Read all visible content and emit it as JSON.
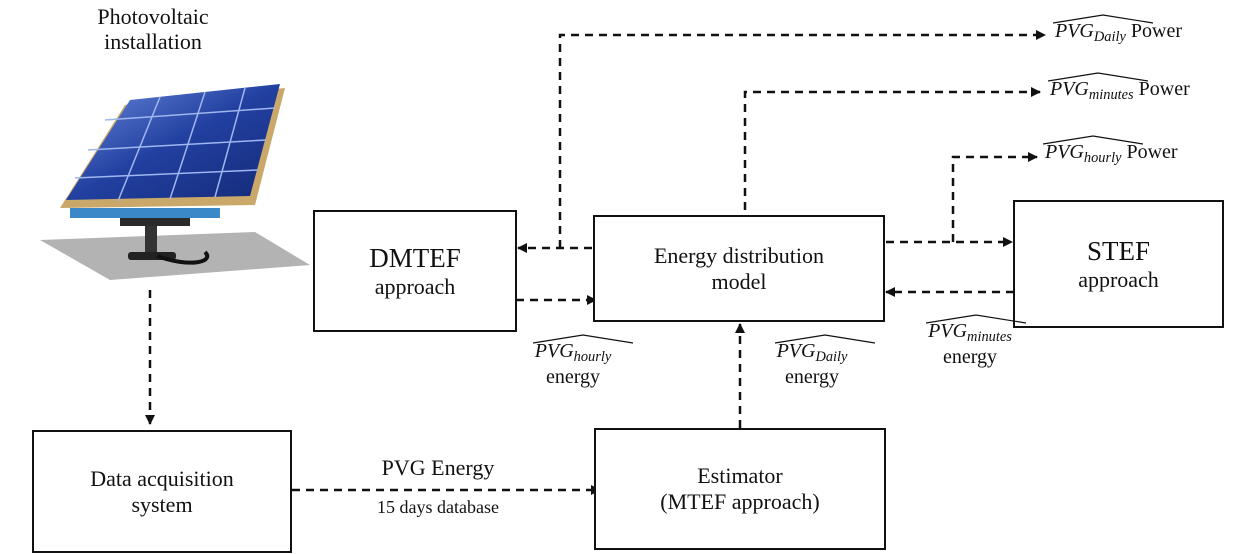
{
  "pv": {
    "title_line1": "Photovoltaic",
    "title_line2": "installation"
  },
  "boxes": {
    "dmtef": {
      "line1": "DMTEF",
      "line2": "approach"
    },
    "edm": {
      "line1": "Energy distribution",
      "line2": "model"
    },
    "stef": {
      "line1": "STEF",
      "line2": "approach"
    },
    "das": {
      "line1": "Data acquisition",
      "line2": "system"
    },
    "estimator": {
      "line1": "Estimator",
      "line2": "(MTEF approach)"
    }
  },
  "labels": {
    "pvg_base": "PVG",
    "daily_power": {
      "sub": "Daily",
      "suffix": "Power"
    },
    "minutes_power": {
      "sub": "minutes",
      "suffix": "Power"
    },
    "hourly_power": {
      "sub": "hourly",
      "suffix": "Power"
    },
    "hourly_energy": {
      "sub": "hourly",
      "suffix": "energy"
    },
    "daily_energy": {
      "sub": "Daily",
      "suffix": "energy"
    },
    "minutes_energy": {
      "sub": "minutes",
      "suffix": "energy"
    },
    "pvg_energy": "PVG Energy",
    "database": "15 days database"
  },
  "colors": {
    "line": "#111111",
    "panel": "#2c4fb0",
    "frame": "#c9a86a"
  },
  "icons": {
    "pv": "solar-panel-icon"
  }
}
